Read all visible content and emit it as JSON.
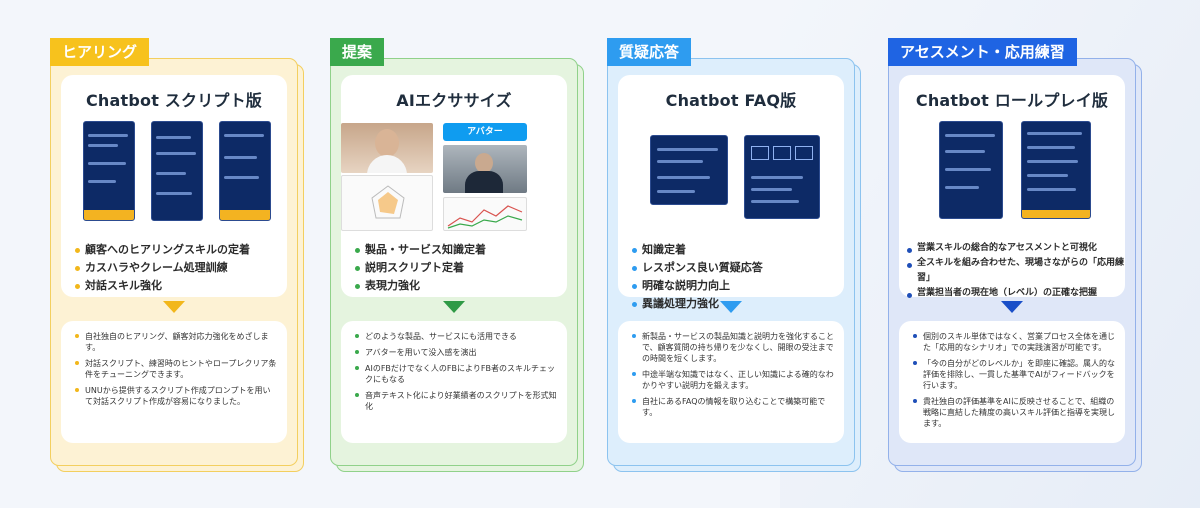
{
  "columns": [
    {
      "tab": "ヒアリング",
      "title": "Chatbot スクリプト版",
      "bullets": [
        "顧客へのヒアリングスキルの定着",
        "カスハラやクレーム処理訓練",
        "対話スキル強化"
      ],
      "details": [
        "自社独自のヒアリング、顧客対応力強化をめざします。",
        "対話スクリプト、練習時のヒントやロープレクリア条件をチューニングできます。",
        "UNUから提供するスクリプト作成プロンプトを用いて対話スクリプト作成が容易になりました。"
      ]
    },
    {
      "tab": "提案",
      "title": "AIエクササイズ",
      "avatar_label": "アバター",
      "bullets": [
        "製品・サービス知識定着",
        "説明スクリプト定着",
        "表現力強化"
      ],
      "details": [
        "どのような製品、サービスにも活用できる",
        "アバターを用いて没入感を演出",
        "AIのFBだけでなく人のFBによりFB者のスキルチェックにもなる",
        "音声テキスト化により好業績者のスクリプトを形式知化"
      ]
    },
    {
      "tab": "質疑応答",
      "title": "Chatbot FAQ版",
      "bullets": [
        "知識定着",
        "レスポンス良い質疑応答",
        "明確な説明力向上",
        "異議処理力強化"
      ],
      "details": [
        "新製品・サービスの製品知識と説明力を強化することで、顧客質問の持ち帰りを少なくし、開眼の受注までの時間を短くします。",
        "中途半端な知識ではなく、正しい知識による確的なわかりやすい説明力を鍛えます。",
        "自社にあるFAQの情報を取り込むことで構築可能です。"
      ]
    },
    {
      "tab": "アセスメント・応用練習",
      "title": "Chatbot ロールプレイ版",
      "bullets": [
        "営業スキルの総合的なアセスメントと可視化",
        "全スキルを組み合わせた、現場さながらの「応用練習」",
        "営業担当者の現在地（レベル）の正確な把握"
      ],
      "details": [
        "個別のスキル単体ではなく、営業プロセス全体を通じた「応用的なシナリオ」での実践演習が可能です。",
        "「今の自分がどのレベルか」を即座に確認。属人的な評価を排除し、一貫した基準でAIがフィードバックを行います。",
        "貴社独自の評価基準をAIに反映させることで、組織の戦略に直結した精度の高いスキル評価と指導を実現します。"
      ]
    }
  ],
  "colors": {
    "yellow": "#f7c21d",
    "green": "#3aa94c",
    "blue": "#2e9cf0",
    "navy": "#1f64e3"
  }
}
